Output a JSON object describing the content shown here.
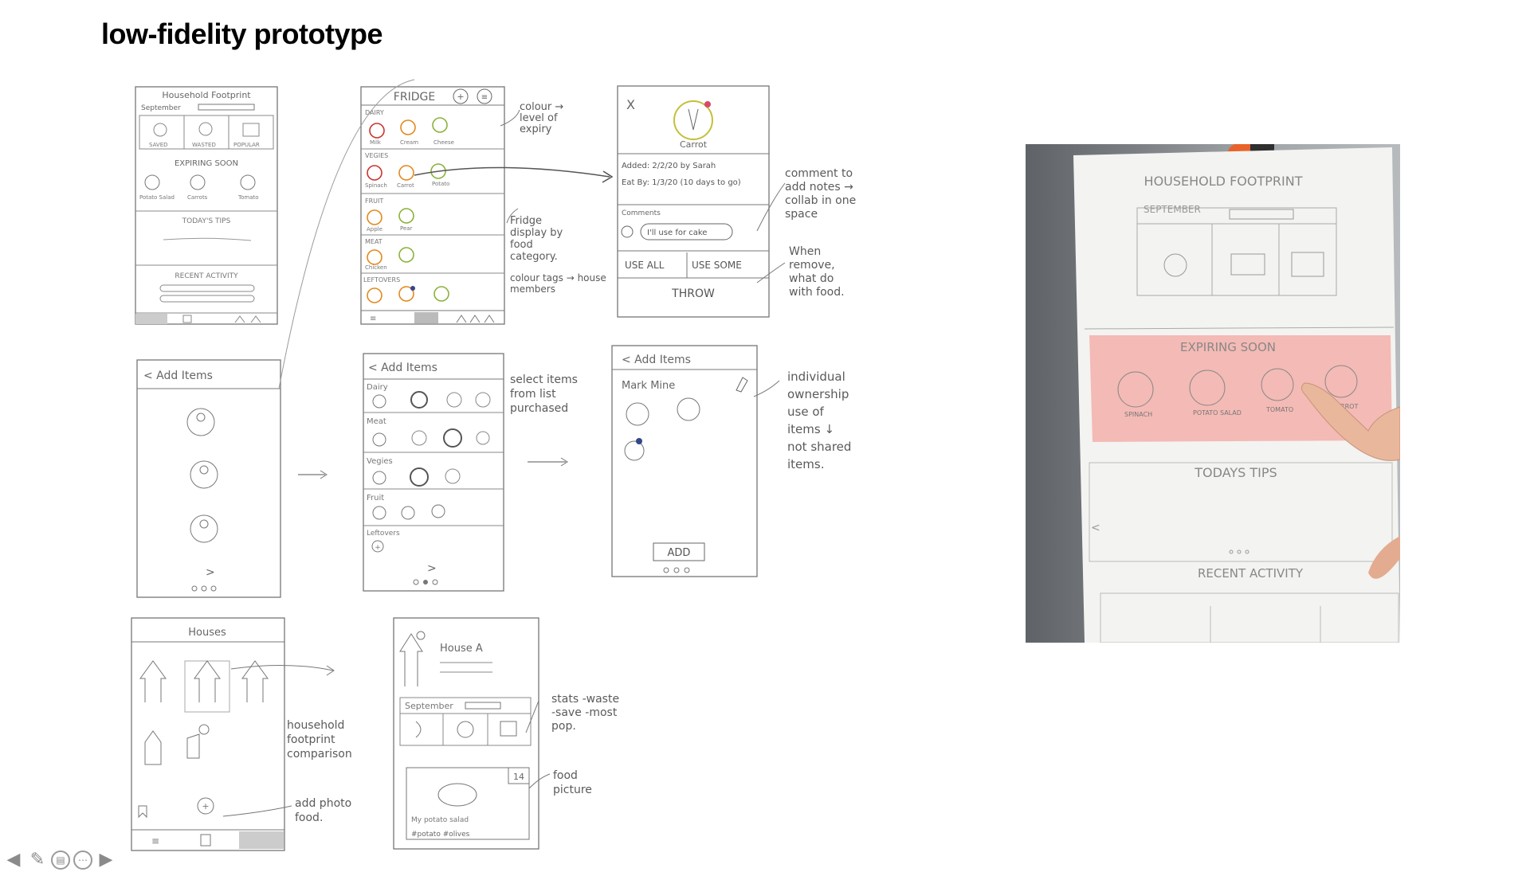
{
  "slide": {
    "title": "low-fidelity prototype"
  },
  "colors": {
    "pencil": "#5a5a5a",
    "paper": "#fafafa",
    "expiring_highlight": "#f4a7a0",
    "magnet": "#e8632a"
  },
  "sketches": {
    "home": {
      "title": "Household Footprint",
      "month": "September",
      "stats": [
        "SAVED",
        "WASTED",
        "POPULAR"
      ],
      "expiring_heading": "EXPIRING SOON",
      "expiring_items": [
        "Potato Salad",
        "Carrots",
        "Tomato"
      ],
      "tips_heading": "TODAY'S TIPS",
      "activity_heading": "RECENT ACTIVITY"
    },
    "fridge": {
      "title": "FRIDGE",
      "sections": [
        {
          "name": "DAIRY",
          "items": [
            "Milk",
            "Cream",
            "Cheese"
          ]
        },
        {
          "name": "VEGIES",
          "items": [
            "Spinach",
            "Carrot",
            "Potato"
          ]
        },
        {
          "name": "FRUIT",
          "items": [
            "Apple",
            "Pear"
          ]
        },
        {
          "name": "MEAT",
          "items": [
            "Chicken"
          ]
        },
        {
          "name": "LEFTOVERS",
          "items": []
        }
      ]
    },
    "detail": {
      "close": "X",
      "item_name": "Carrot",
      "added": "Added: 2/2/20 by Sarah",
      "eat_by": "Eat By: 1/3/20 (10 days to go)",
      "comments_heading": "Comments",
      "comment": "I'll use for cake",
      "use_all": "USE ALL",
      "use_some": "USE SOME",
      "throw": "THROW"
    },
    "add_members": {
      "title": "< Add Items",
      "next": ">"
    },
    "add_select": {
      "title": "< Add Items",
      "sections": [
        "Dairy",
        "Meat",
        "Vegies",
        "Fruit",
        "Leftovers"
      ],
      "next": ">"
    },
    "add_mine": {
      "title": "< Add Items",
      "mark": "Mark Mine",
      "add": "ADD"
    },
    "houses": {
      "title": "Houses"
    },
    "house_a": {
      "title": "House A",
      "month": "September",
      "photo_caption": "My potato salad",
      "photo_tags": "#potato #olives",
      "photo_count": "14"
    }
  },
  "annotations": {
    "colour_level": "colour → level of expiry",
    "fridge_display": "Fridge display by food category.",
    "colour_tags": "colour tags → house members",
    "comment_notes": "comment to add notes → collab in one space",
    "when_remove": "When remove, what do with food.",
    "select_items": "select items from list purchased",
    "individual": "individual ownership use of items ↓ not shared items.",
    "household_comparison": "household footprint comparison",
    "add_photo": "add photo food.",
    "stats": "stats -waste -save -most pop.",
    "food_picture": "food picture"
  },
  "photo": {
    "title": "HOUSEHOLD FOOTPRINT",
    "month": "SEPTEMBER",
    "expiring_heading": "EXPIRING SOON",
    "expiring_items": [
      "SPINACH",
      "POTATO SALAD",
      "TOMATO",
      "CARROT"
    ],
    "tips_heading": "TODAYS TIPS",
    "activity_heading": "RECENT ACTIVITY"
  },
  "toolbar": {
    "icons": [
      "previous-icon",
      "pen-icon",
      "subtitles-icon",
      "more-icon",
      "next-icon"
    ]
  }
}
